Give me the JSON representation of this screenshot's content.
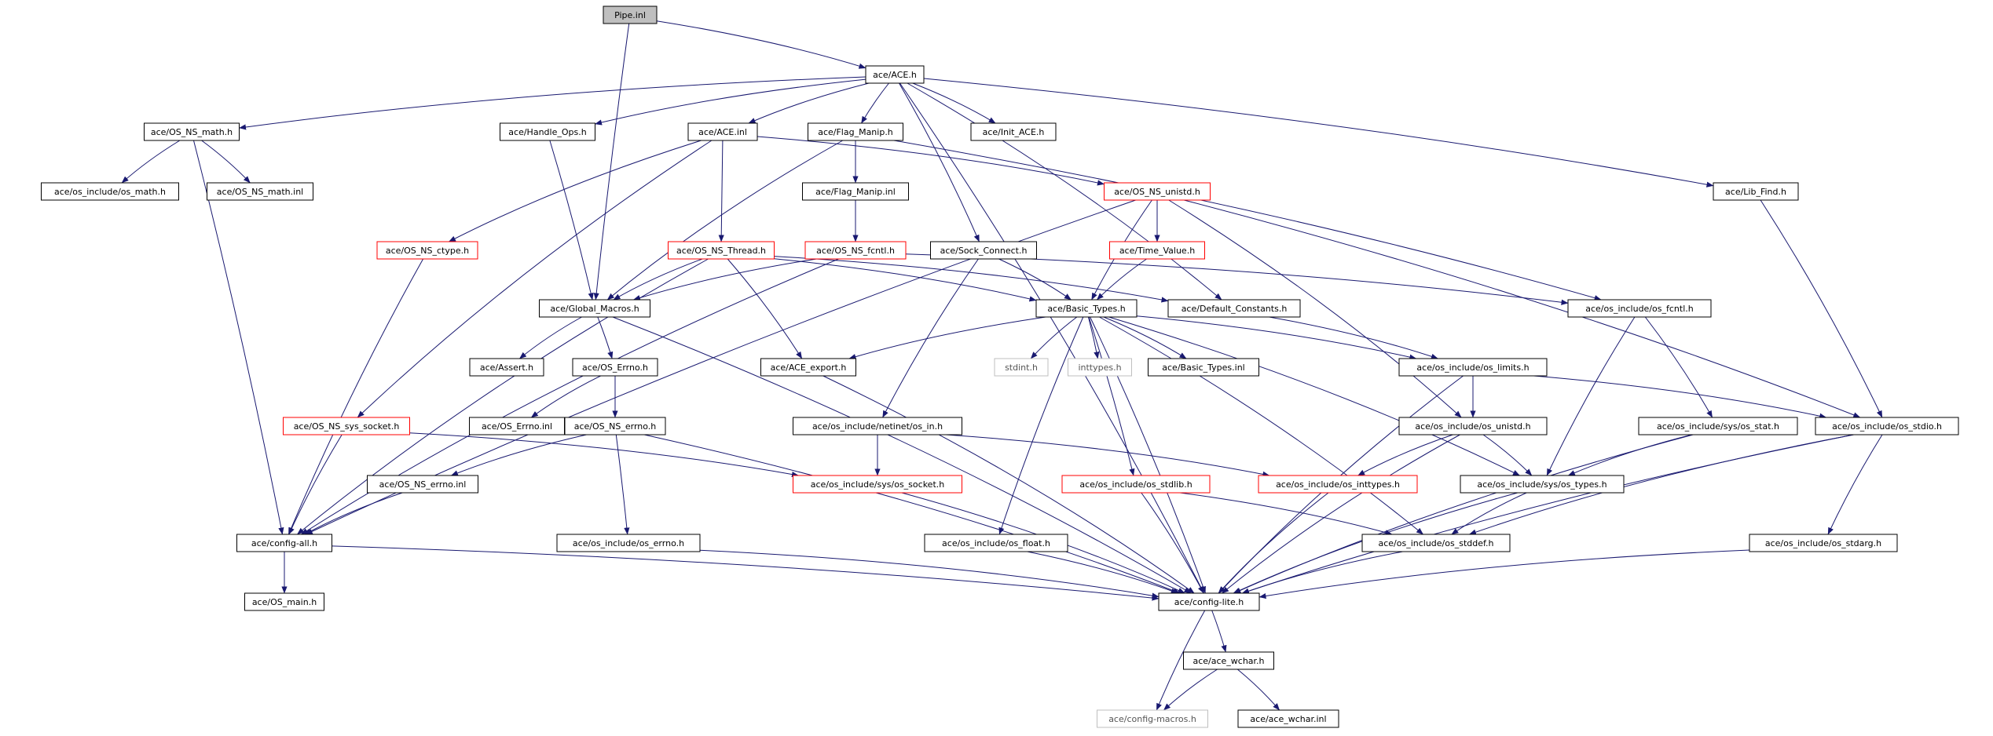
{
  "colors": {
    "edge": "#191970",
    "box_border_normal": "#000000",
    "box_border_truncated": "#ff0000",
    "box_border_external": "#bfbfbf",
    "root_fill": "#bfbfbf",
    "text": "#000000",
    "external_text": "#555555"
  },
  "nodes": [
    {
      "id": "pipe_inl",
      "label": "Pipe.inl",
      "style": "root"
    },
    {
      "id": "ace_h",
      "label": "ace/ACE.h",
      "style": "normal"
    },
    {
      "id": "os_ns_math_h",
      "label": "ace/OS_NS_math.h",
      "style": "normal"
    },
    {
      "id": "handle_ops_h",
      "label": "ace/Handle_Ops.h",
      "style": "normal"
    },
    {
      "id": "ace_inl",
      "label": "ace/ACE.inl",
      "style": "normal"
    },
    {
      "id": "flag_manip_h",
      "label": "ace/Flag_Manip.h",
      "style": "normal"
    },
    {
      "id": "init_ace_h",
      "label": "ace/Init_ACE.h",
      "style": "normal"
    },
    {
      "id": "os_math_h",
      "label": "ace/os_include/os_math.h",
      "style": "normal"
    },
    {
      "id": "os_ns_math_inl",
      "label": "ace/OS_NS_math.inl",
      "style": "normal"
    },
    {
      "id": "flag_manip_inl",
      "label": "ace/Flag_Manip.inl",
      "style": "normal"
    },
    {
      "id": "os_ns_unistd_h",
      "label": "ace/OS_NS_unistd.h",
      "style": "truncated"
    },
    {
      "id": "lib_find_h",
      "label": "ace/Lib_Find.h",
      "style": "normal"
    },
    {
      "id": "os_ns_ctype_h",
      "label": "ace/OS_NS_ctype.h",
      "style": "truncated"
    },
    {
      "id": "os_ns_thread_h",
      "label": "ace/OS_NS_Thread.h",
      "style": "truncated"
    },
    {
      "id": "os_ns_fcntl_h",
      "label": "ace/OS_NS_fcntl.h",
      "style": "truncated"
    },
    {
      "id": "sock_connect_h",
      "label": "ace/Sock_Connect.h",
      "style": "normal"
    },
    {
      "id": "time_value_h",
      "label": "ace/Time_Value.h",
      "style": "truncated"
    },
    {
      "id": "global_macros_h",
      "label": "ace/Global_Macros.h",
      "style": "normal"
    },
    {
      "id": "basic_types_h",
      "label": "ace/Basic_Types.h",
      "style": "normal"
    },
    {
      "id": "default_constants_h",
      "label": "ace/Default_Constants.h",
      "style": "normal"
    },
    {
      "id": "os_fcntl_h",
      "label": "ace/os_include/os_fcntl.h",
      "style": "normal"
    },
    {
      "id": "assert_h",
      "label": "ace/Assert.h",
      "style": "normal"
    },
    {
      "id": "os_errno_h_ace",
      "label": "ace/OS_Errno.h",
      "style": "normal"
    },
    {
      "id": "ace_export_h",
      "label": "ace/ACE_export.h",
      "style": "normal"
    },
    {
      "id": "stdint_h",
      "label": "stdint.h",
      "style": "external"
    },
    {
      "id": "inttypes_h",
      "label": "inttypes.h",
      "style": "external"
    },
    {
      "id": "basic_types_inl",
      "label": "ace/Basic_Types.inl",
      "style": "normal"
    },
    {
      "id": "os_limits_h",
      "label": "ace/os_include/os_limits.h",
      "style": "normal"
    },
    {
      "id": "os_ns_sys_socket_h",
      "label": "ace/OS_NS_sys_socket.h",
      "style": "truncated"
    },
    {
      "id": "os_errno_inl",
      "label": "ace/OS_Errno.inl",
      "style": "normal"
    },
    {
      "id": "os_ns_errno_h",
      "label": "ace/OS_NS_errno.h",
      "style": "normal"
    },
    {
      "id": "netinet_in_h",
      "label": "ace/os_include/netinet/os_in.h",
      "style": "normal"
    },
    {
      "id": "os_unistd_h",
      "label": "ace/os_include/os_unistd.h",
      "style": "normal"
    },
    {
      "id": "sys_os_stat_h",
      "label": "ace/os_include/sys/os_stat.h",
      "style": "normal"
    },
    {
      "id": "os_stdio_h",
      "label": "ace/os_include/os_stdio.h",
      "style": "normal"
    },
    {
      "id": "os_ns_errno_inl",
      "label": "ace/OS_NS_errno.inl",
      "style": "normal"
    },
    {
      "id": "sys_os_socket_h",
      "label": "ace/os_include/sys/os_socket.h",
      "style": "truncated"
    },
    {
      "id": "os_stdlib_h",
      "label": "ace/os_include/os_stdlib.h",
      "style": "truncated"
    },
    {
      "id": "os_inttypes_h",
      "label": "ace/os_include/os_inttypes.h",
      "style": "truncated"
    },
    {
      "id": "sys_os_types_h",
      "label": "ace/os_include/sys/os_types.h",
      "style": "normal"
    },
    {
      "id": "config_all_h",
      "label": "ace/config-all.h",
      "style": "normal"
    },
    {
      "id": "os_errno_h",
      "label": "ace/os_include/os_errno.h",
      "style": "normal"
    },
    {
      "id": "os_float_h",
      "label": "ace/os_include/os_float.h",
      "style": "normal"
    },
    {
      "id": "os_stddef_h",
      "label": "ace/os_include/os_stddef.h",
      "style": "normal"
    },
    {
      "id": "os_stdarg_h",
      "label": "ace/os_include/os_stdarg.h",
      "style": "normal"
    },
    {
      "id": "os_main_h",
      "label": "ace/OS_main.h",
      "style": "normal"
    },
    {
      "id": "config_lite_h",
      "label": "ace/config-lite.h",
      "style": "normal"
    },
    {
      "id": "ace_wchar_h",
      "label": "ace/ace_wchar.h",
      "style": "normal"
    },
    {
      "id": "config_macros_h",
      "label": "ace/config-macros.h",
      "style": "external"
    },
    {
      "id": "ace_wchar_inl",
      "label": "ace/ace_wchar.inl",
      "style": "normal"
    }
  ],
  "edges": [
    [
      "pipe_inl",
      "ace_h"
    ],
    [
      "pipe_inl",
      "global_macros_h"
    ],
    [
      "ace_h",
      "os_ns_math_h"
    ],
    [
      "ace_h",
      "handle_ops_h"
    ],
    [
      "ace_h",
      "ace_inl"
    ],
    [
      "ace_h",
      "flag_manip_h"
    ],
    [
      "ace_h",
      "init_ace_h"
    ],
    [
      "ace_h",
      "sock_connect_h"
    ],
    [
      "ace_h",
      "default_constants_h"
    ],
    [
      "ace_h",
      "lib_find_h"
    ],
    [
      "ace_h",
      "config_lite_h"
    ],
    [
      "os_ns_math_h",
      "os_math_h"
    ],
    [
      "os_ns_math_h",
      "os_ns_math_inl"
    ],
    [
      "os_ns_math_h",
      "config_all_h"
    ],
    [
      "handle_ops_h",
      "global_macros_h"
    ],
    [
      "ace_inl",
      "os_ns_ctype_h"
    ],
    [
      "ace_inl",
      "os_ns_thread_h"
    ],
    [
      "ace_inl",
      "os_ns_unistd_h"
    ],
    [
      "ace_inl",
      "os_ns_sys_socket_h"
    ],
    [
      "flag_manip_h",
      "flag_manip_inl"
    ],
    [
      "flag_manip_h",
      "global_macros_h"
    ],
    [
      "flag_manip_h",
      "os_fcntl_h"
    ],
    [
      "flag_manip_inl",
      "os_ns_fcntl_h"
    ],
    [
      "os_ns_unistd_h",
      "time_value_h"
    ],
    [
      "os_ns_unistd_h",
      "basic_types_h"
    ],
    [
      "os_ns_unistd_h",
      "os_unistd_h"
    ],
    [
      "os_ns_unistd_h",
      "os_stdio_h"
    ],
    [
      "os_ns_unistd_h",
      "config_all_h"
    ],
    [
      "lib_find_h",
      "os_stdio_h"
    ],
    [
      "os_ns_ctype_h",
      "config_all_h"
    ],
    [
      "os_ns_thread_h",
      "global_macros_h"
    ],
    [
      "os_ns_thread_h",
      "basic_types_h"
    ],
    [
      "os_ns_thread_h",
      "default_constants_h"
    ],
    [
      "os_ns_thread_h",
      "ace_export_h"
    ],
    [
      "os_ns_thread_h",
      "config_all_h"
    ],
    [
      "os_ns_fcntl_h",
      "global_macros_h"
    ],
    [
      "os_ns_fcntl_h",
      "os_fcntl_h"
    ],
    [
      "os_ns_fcntl_h",
      "config_all_h"
    ],
    [
      "sock_connect_h",
      "basic_types_h"
    ],
    [
      "sock_connect_h",
      "netinet_in_h"
    ],
    [
      "time_value_h",
      "basic_types_h"
    ],
    [
      "global_macros_h",
      "assert_h"
    ],
    [
      "global_macros_h",
      "os_errno_h_ace"
    ],
    [
      "global_macros_h",
      "config_lite_h"
    ],
    [
      "basic_types_h",
      "ace_export_h"
    ],
    [
      "basic_types_h",
      "stdint_h"
    ],
    [
      "basic_types_h",
      "inttypes_h"
    ],
    [
      "basic_types_h",
      "basic_types_inl"
    ],
    [
      "basic_types_h",
      "os_limits_h"
    ],
    [
      "basic_types_h",
      "os_stdlib_h"
    ],
    [
      "basic_types_h",
      "os_float_h"
    ],
    [
      "basic_types_h",
      "os_stddef_h"
    ],
    [
      "basic_types_h",
      "sys_os_types_h"
    ],
    [
      "basic_types_h",
      "config_lite_h"
    ],
    [
      "default_constants_h",
      "os_limits_h"
    ],
    [
      "os_fcntl_h",
      "sys_os_stat_h"
    ],
    [
      "os_fcntl_h",
      "sys_os_types_h"
    ],
    [
      "os_errno_h_ace",
      "os_errno_inl"
    ],
    [
      "os_errno_h_ace",
      "os_ns_errno_h"
    ],
    [
      "ace_export_h",
      "config_lite_h"
    ],
    [
      "os_limits_h",
      "os_unistd_h"
    ],
    [
      "os_limits_h",
      "os_stdio_h"
    ],
    [
      "os_limits_h",
      "config_lite_h"
    ],
    [
      "os_ns_sys_socket_h",
      "config_all_h"
    ],
    [
      "os_ns_sys_socket_h",
      "sys_os_socket_h"
    ],
    [
      "os_ns_errno_h",
      "os_ns_errno_inl"
    ],
    [
      "os_ns_errno_h",
      "os_errno_h"
    ],
    [
      "os_ns_errno_h",
      "config_lite_h"
    ],
    [
      "netinet_in_h",
      "sys_os_socket_h"
    ],
    [
      "netinet_in_h",
      "os_inttypes_h"
    ],
    [
      "os_unistd_h",
      "os_inttypes_h"
    ],
    [
      "os_unistd_h",
      "sys_os_types_h"
    ],
    [
      "os_unistd_h",
      "config_lite_h"
    ],
    [
      "sys_os_stat_h",
      "sys_os_types_h"
    ],
    [
      "sys_os_stat_h",
      "config_lite_h"
    ],
    [
      "os_stdio_h",
      "os_stddef_h"
    ],
    [
      "os_stdio_h",
      "os_stdarg_h"
    ],
    [
      "os_stdio_h",
      "config_lite_h"
    ],
    [
      "os_ns_errno_inl",
      "config_all_h"
    ],
    [
      "sys_os_socket_h",
      "config_lite_h"
    ],
    [
      "os_stdlib_h",
      "os_stddef_h"
    ],
    [
      "os_stdlib_h",
      "config_lite_h"
    ],
    [
      "os_inttypes_h",
      "config_lite_h"
    ],
    [
      "sys_os_types_h",
      "os_stddef_h"
    ],
    [
      "sys_os_types_h",
      "config_lite_h"
    ],
    [
      "config_all_h",
      "os_main_h"
    ],
    [
      "config_all_h",
      "config_lite_h"
    ],
    [
      "os_errno_h",
      "config_lite_h"
    ],
    [
      "os_float_h",
      "config_lite_h"
    ],
    [
      "os_stddef_h",
      "config_lite_h"
    ],
    [
      "os_stdarg_h",
      "config_lite_h"
    ],
    [
      "config_lite_h",
      "ace_wchar_h"
    ],
    [
      "config_lite_h",
      "config_macros_h"
    ],
    [
      "ace_wchar_h",
      "config_macros_h"
    ],
    [
      "ace_wchar_h",
      "ace_wchar_inl"
    ]
  ]
}
